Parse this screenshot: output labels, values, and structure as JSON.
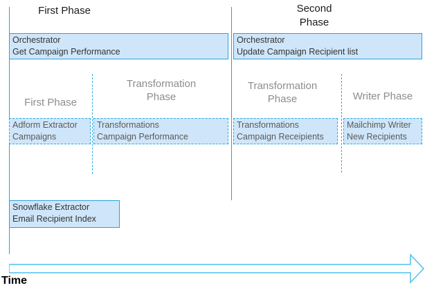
{
  "colors": {
    "line_blue": "#2D9FD6",
    "dashed_blue": "#29ABE2",
    "node_fill": "#CFE6FA",
    "arrow_blue": "#4FC0EE",
    "subphase_gray": "#8C8C8C"
  },
  "diagram": {
    "top_phases": [
      {
        "label": "First Phase"
      },
      {
        "label": "Second Phase"
      }
    ],
    "orchestrators": [
      {
        "title": "Orchestrator",
        "subtitle": "Get Campaign Performance"
      },
      {
        "title": "Orchestrator",
        "subtitle": "Update Campaign Recipient list"
      }
    ],
    "sub_phases": [
      {
        "label": "First Phase"
      },
      {
        "label": "Transformation Phase"
      },
      {
        "label": "Transformation Phase"
      },
      {
        "label": "Writer Phase"
      }
    ],
    "components": [
      {
        "title": "Adform Extractor",
        "subtitle": "Campaigns"
      },
      {
        "title": "Transformations",
        "subtitle": "Campaign Performance"
      },
      {
        "title": "Transformations",
        "subtitle": "Campaign Receipients"
      },
      {
        "title": "Mailchimp Writer",
        "subtitle": "New Recipients"
      }
    ],
    "standalone_component": {
      "title": "Snowflake Extractor",
      "subtitle": "Email Recipient Index"
    },
    "timeline_label": "Time"
  }
}
